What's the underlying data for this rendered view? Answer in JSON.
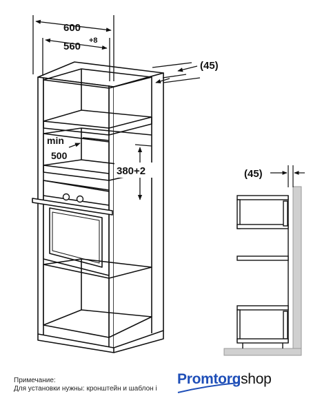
{
  "dimensions": {
    "width_total": "600",
    "width_inner": "560",
    "width_inner_tol": "+8",
    "gap_top": "(45)",
    "min_label": "min",
    "min_value": "500",
    "niche_height": "380+2",
    "gap_side": "(45)"
  },
  "note": {
    "heading": "Примечание:",
    "text": "Для установки нужны: кронштейн и шаблон і"
  },
  "logo": {
    "part1": "Promtorg",
    "part2": "shop",
    "accent_color": "#1f4fb8"
  }
}
